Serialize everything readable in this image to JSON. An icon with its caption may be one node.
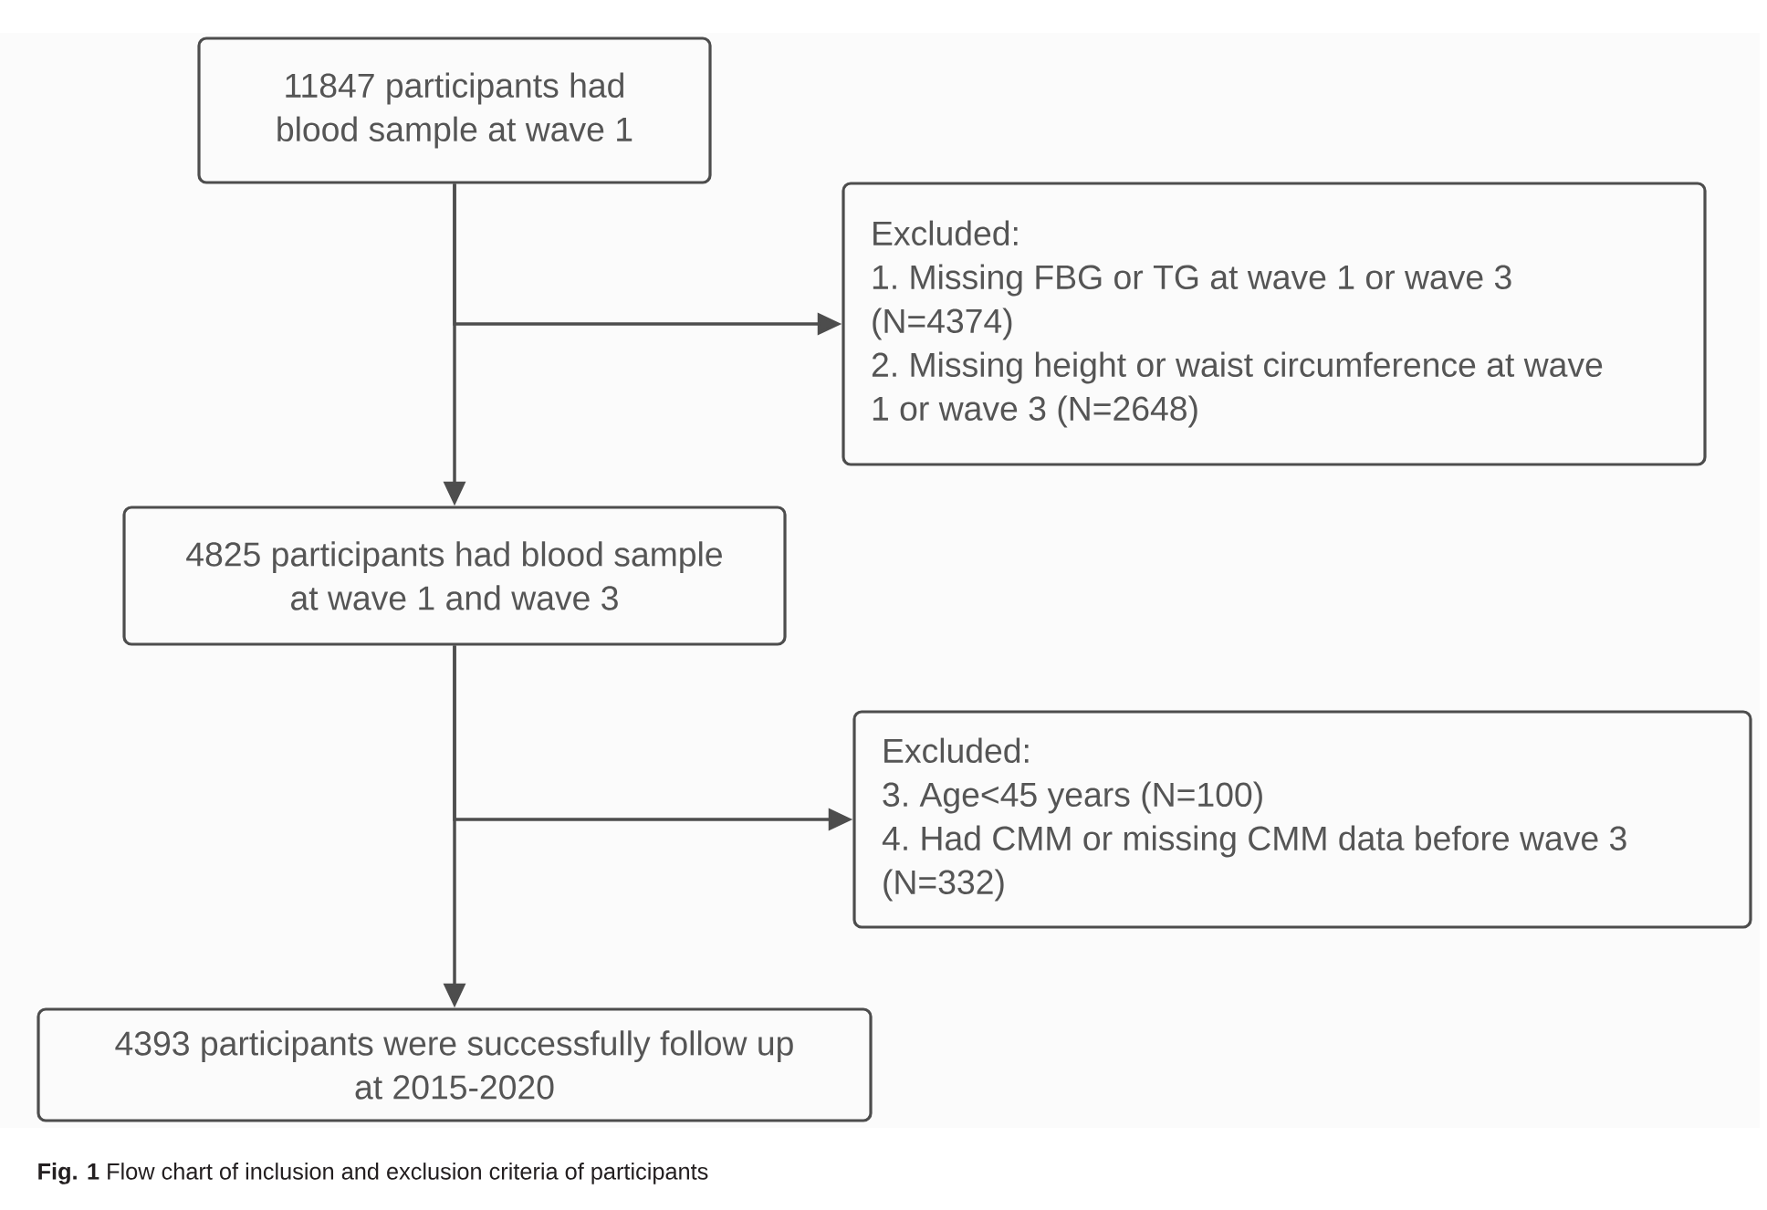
{
  "diagram": {
    "caption": "**Fig. 1** Flow chart of inclusion and exclusion criteria of participants",
    "nodes": [
      {
        "text": [
          "11847 participants had blood sample at wave 1"
        ]
      },
      {
        "text": [
          "Excluded:",
          "1. Missing FBG or TG at wave 1 or wave 3 (N=4374)",
          "2. Missing height or waist circumference at wave 1 or wave 3 (N=2648)"
        ]
      },
      {
        "text": [
          "4825 participants had blood sample at wave 1 and wave 3"
        ]
      },
      {
        "text": [
          "Excluded:",
          "3. Age<45 years (N=100)",
          "4. Had CMM or missing CMM data before wave 3 (N=332)"
        ]
      },
      {
        "text": [
          "4393 participants were successfully follow up at 2015-2020"
        ]
      }
    ],
    "edges": [
      {
        "from": 0,
        "to": 2,
        "arrow": "to"
      },
      {
        "from": 0,
        "to": 1,
        "arrow": "to"
      },
      {
        "from": 2,
        "to": 4,
        "arrow": "to"
      },
      {
        "from": 2,
        "to": 3,
        "arrow": "to"
      }
    ]
  }
}
